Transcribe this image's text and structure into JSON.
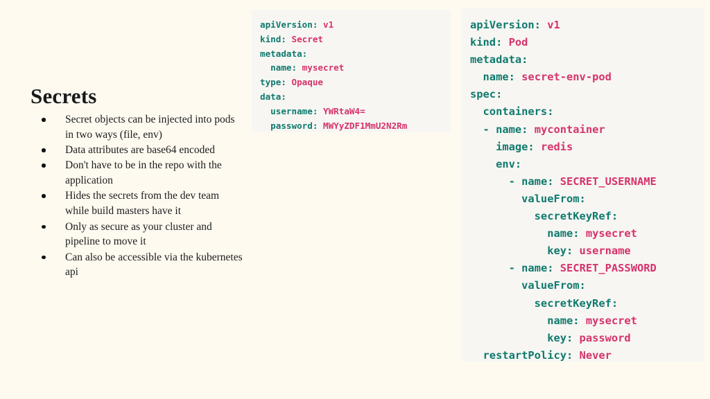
{
  "slide": {
    "background_color": "#fefaf0",
    "title": "Secrets",
    "bullets": [
      "Secret objects can be injected into pods in two ways (file, env)",
      "Data attributes are base64 encoded",
      "Don't have to be in the repo with the application",
      "Hides the secrets from the dev team while build masters have it",
      "Only as secure as your cluster and pipeline to move it",
      "Can also be accessible via the kubernetes api"
    ]
  },
  "colors": {
    "page_background": "#fefaf0",
    "code_background": "#f7f6f3",
    "yaml_key": "#0f7a6e",
    "yaml_value": "#d6336c",
    "body_text": "#1c1c1c"
  },
  "code_blocks": [
    {
      "id": "secret-manifest",
      "name": "secret-yaml",
      "lines": [
        [
          {
            "t": "apiVersion",
            "c": "key"
          },
          {
            "t": ": ",
            "c": "punct"
          },
          {
            "t": "v1",
            "c": "val"
          }
        ],
        [
          {
            "t": "kind",
            "c": "key"
          },
          {
            "t": ": ",
            "c": "punct"
          },
          {
            "t": "Secret",
            "c": "val"
          }
        ],
        [
          {
            "t": "metadata",
            "c": "key"
          },
          {
            "t": ":",
            "c": "punct"
          }
        ],
        [
          {
            "t": "  name",
            "c": "key"
          },
          {
            "t": ": ",
            "c": "punct"
          },
          {
            "t": "mysecret",
            "c": "val"
          }
        ],
        [
          {
            "t": "type",
            "c": "key"
          },
          {
            "t": ": ",
            "c": "punct"
          },
          {
            "t": "Opaque",
            "c": "val"
          }
        ],
        [
          {
            "t": "data",
            "c": "key"
          },
          {
            "t": ":",
            "c": "punct"
          }
        ],
        [
          {
            "t": "  username",
            "c": "key"
          },
          {
            "t": ": ",
            "c": "punct"
          },
          {
            "t": "YWRtaW4=",
            "c": "val"
          }
        ],
        [
          {
            "t": "  password",
            "c": "key"
          },
          {
            "t": ": ",
            "c": "punct"
          },
          {
            "t": "MWYyZDF1MmU2N2Rm",
            "c": "val"
          }
        ]
      ]
    },
    {
      "id": "pod-manifest",
      "name": "pod-yaml",
      "lines": [
        [
          {
            "t": "apiVersion",
            "c": "key"
          },
          {
            "t": ": ",
            "c": "punct"
          },
          {
            "t": "v1",
            "c": "val"
          }
        ],
        [
          {
            "t": "kind",
            "c": "key"
          },
          {
            "t": ": ",
            "c": "punct"
          },
          {
            "t": "Pod",
            "c": "val"
          }
        ],
        [
          {
            "t": "metadata",
            "c": "key"
          },
          {
            "t": ":",
            "c": "punct"
          }
        ],
        [
          {
            "t": "  name",
            "c": "key"
          },
          {
            "t": ": ",
            "c": "punct"
          },
          {
            "t": "secret-env-pod",
            "c": "val"
          }
        ],
        [
          {
            "t": "spec",
            "c": "key"
          },
          {
            "t": ":",
            "c": "punct"
          }
        ],
        [
          {
            "t": "  containers",
            "c": "key"
          },
          {
            "t": ":",
            "c": "punct"
          }
        ],
        [
          {
            "t": "  - ",
            "c": "dash"
          },
          {
            "t": "name",
            "c": "key"
          },
          {
            "t": ": ",
            "c": "punct"
          },
          {
            "t": "mycontainer",
            "c": "val"
          }
        ],
        [
          {
            "t": "    image",
            "c": "key"
          },
          {
            "t": ": ",
            "c": "punct"
          },
          {
            "t": "redis",
            "c": "val"
          }
        ],
        [
          {
            "t": "    env",
            "c": "key"
          },
          {
            "t": ":",
            "c": "punct"
          }
        ],
        [
          {
            "t": "      - ",
            "c": "dash"
          },
          {
            "t": "name",
            "c": "key"
          },
          {
            "t": ": ",
            "c": "punct"
          },
          {
            "t": "SECRET_USERNAME",
            "c": "val"
          }
        ],
        [
          {
            "t": "        valueFrom",
            "c": "key"
          },
          {
            "t": ":",
            "c": "punct"
          }
        ],
        [
          {
            "t": "          secretKeyRef",
            "c": "key"
          },
          {
            "t": ":",
            "c": "punct"
          }
        ],
        [
          {
            "t": "            name",
            "c": "key"
          },
          {
            "t": ": ",
            "c": "punct"
          },
          {
            "t": "mysecret",
            "c": "val"
          }
        ],
        [
          {
            "t": "            key",
            "c": "key"
          },
          {
            "t": ": ",
            "c": "punct"
          },
          {
            "t": "username",
            "c": "val"
          }
        ],
        [
          {
            "t": "      - ",
            "c": "dash"
          },
          {
            "t": "name",
            "c": "key"
          },
          {
            "t": ": ",
            "c": "punct"
          },
          {
            "t": "SECRET_PASSWORD",
            "c": "val"
          }
        ],
        [
          {
            "t": "        valueFrom",
            "c": "key"
          },
          {
            "t": ":",
            "c": "punct"
          }
        ],
        [
          {
            "t": "          secretKeyRef",
            "c": "key"
          },
          {
            "t": ":",
            "c": "punct"
          }
        ],
        [
          {
            "t": "            name",
            "c": "key"
          },
          {
            "t": ": ",
            "c": "punct"
          },
          {
            "t": "mysecret",
            "c": "val"
          }
        ],
        [
          {
            "t": "            key",
            "c": "key"
          },
          {
            "t": ": ",
            "c": "punct"
          },
          {
            "t": "password",
            "c": "val"
          }
        ],
        [
          {
            "t": "  restartPolicy",
            "c": "key"
          },
          {
            "t": ": ",
            "c": "punct"
          },
          {
            "t": "Never",
            "c": "val"
          }
        ]
      ]
    }
  ]
}
